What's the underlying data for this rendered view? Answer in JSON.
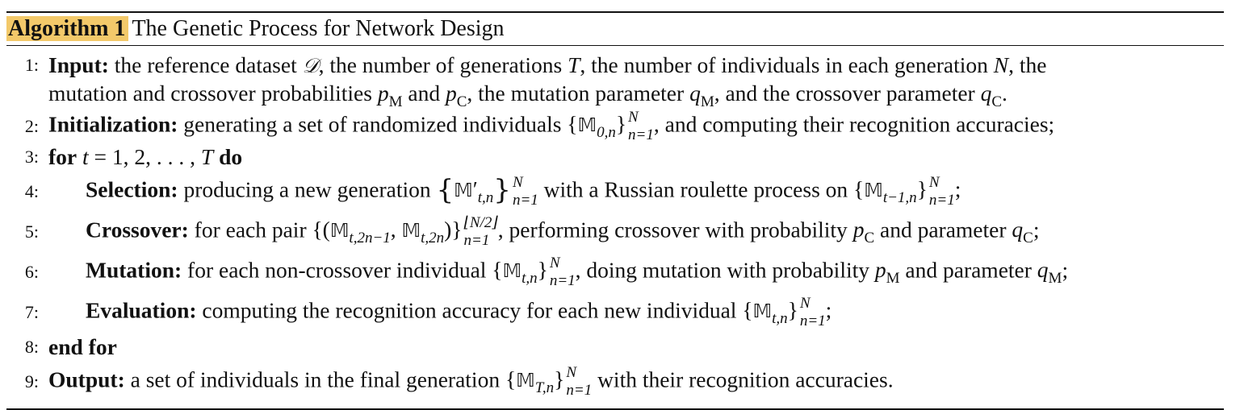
{
  "algorithm": {
    "tag": "Algorithm 1",
    "title": "The Genetic Process for Network Design",
    "lines": [
      {
        "number": "1:",
        "keyword": "Input:"
      },
      {
        "number": "2:",
        "keyword": "Initialization:"
      },
      {
        "number": "3:",
        "keyword": "for",
        "keyword2": "do"
      },
      {
        "number": "4:",
        "keyword": "Selection:"
      },
      {
        "number": "5:",
        "keyword": "Crossover:"
      },
      {
        "number": "6:",
        "keyword": "Mutation:"
      },
      {
        "number": "7:",
        "keyword": "Evaluation:"
      },
      {
        "number": "8:",
        "keyword": "end for"
      },
      {
        "number": "9:",
        "keyword": "Output:"
      }
    ],
    "text": {
      "l1a": "the reference dataset",
      "l1b": ", the number of generations",
      "l1c": ", the number of individuals in each generation",
      "l1d": ", the",
      "l1e": "mutation and crossover probabilities",
      "l1f": "and",
      "l1g": ", the mutation parameter",
      "l1h": ", and the crossover parameter",
      "l2a": "generating a set of randomized individuals",
      "l2b": ", and computing their recognition accuracies;",
      "l4a": "producing a new generation",
      "l4b": "with a Russian roulette process on",
      "l5a": "for each pair",
      "l5b": ", performing crossover with probability",
      "l5c": "and parameter",
      "l6a": "for each non-crossover individual",
      "l6b": ", doing mutation with probability",
      "l6c": "and parameter",
      "l7a": "computing the recognition accuracy for each new individual",
      "l9a": "a set of individuals in the final generation",
      "l9b": "with their recognition accuracies."
    }
  }
}
